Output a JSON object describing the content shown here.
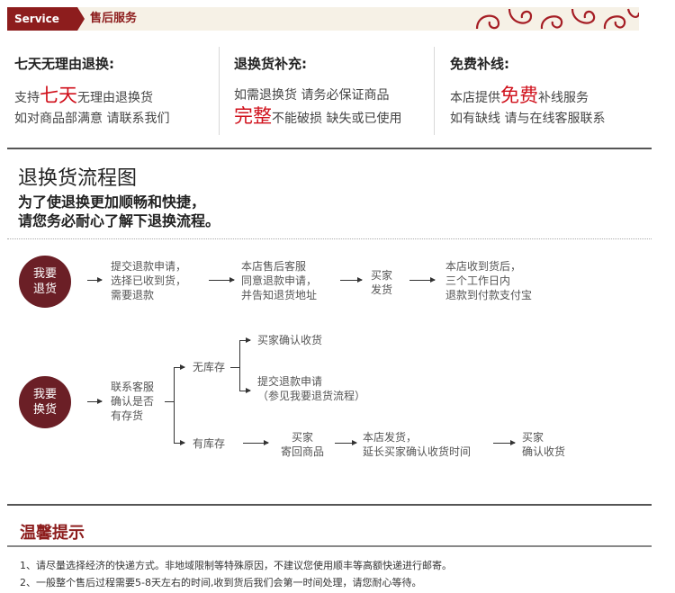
{
  "header": {
    "tag": "Service",
    "title": "售后服务"
  },
  "policies": [
    {
      "title": "七天无理由退换:",
      "line1_pre": "支持",
      "line1_big": "七天",
      "line1_post": "无理由退换货",
      "line2": "如对商品部满意 请联系我们"
    },
    {
      "title": "退换货补充:",
      "line1": "如需退换货  请务必保证商品",
      "line2_big": "完整",
      "line2_post": "不能破损 缺失或已使用"
    },
    {
      "title": "免费补线:",
      "line1_pre": "本店提供",
      "line1_big": "免费",
      "line1_post": "补线服务",
      "line2": "如有缺线 请与在线客服联系"
    }
  ],
  "flow": {
    "title": "退换货流程图",
    "subtitle1": "为了使退换更加顺畅和快捷，",
    "subtitle2": "请您务必耐心了解下退换流程。",
    "return": {
      "circle1": "我要",
      "circle2": "退货",
      "s1": [
        "提交退款申请，",
        "选择已收到货，",
        "需要退款"
      ],
      "s2": [
        "本店售后客服",
        "同意退款申请，",
        "并告知退货地址"
      ],
      "s3": [
        "买家",
        "发货"
      ],
      "s4": [
        "本店收到货后，",
        "三个工作日内",
        "退款到付款支付宝"
      ]
    },
    "exchange": {
      "circle1": "我要",
      "circle2": "换货",
      "contact": [
        "联系客服",
        "确认是否",
        "有存货"
      ],
      "no_stock": "无库存",
      "no_stock_a": "买家确认收货",
      "no_stock_b1": "提交退款申请",
      "no_stock_b2": "（参见我要退货流程）",
      "in_stock": "有库存",
      "t1": [
        "买家",
        "寄回商品"
      ],
      "t2": [
        "本店发货，",
        "延长买家确认收货时间"
      ],
      "t3": [
        "买家",
        "确认收货"
      ]
    }
  },
  "tips": {
    "title": "温馨提示",
    "items": [
      "1、请尽量选择经济的快递方式。非地域限制等特殊原因，不建议您使用顺丰等高额快递进行邮寄。",
      "2、一般整个售后过程需要5-8天左右的时间,收到货后我们会第一时间处理，请您耐心等待。"
    ]
  }
}
